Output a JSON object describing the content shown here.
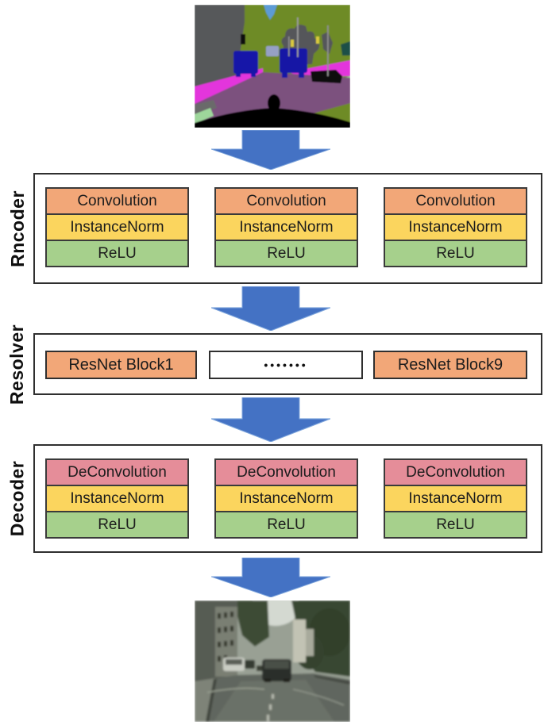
{
  "images": {
    "input": {
      "name": "segmentation-map-input"
    },
    "output": {
      "name": "street-photo-output"
    }
  },
  "encoder": {
    "label": "Rncoder",
    "cells": [
      "Convolution",
      "InstanceNorm",
      "ReLU"
    ]
  },
  "resolver": {
    "label": "Resolver",
    "left_block": "ResNet Block1",
    "ellipsis": "•••••••",
    "right_block": "ResNet Block9"
  },
  "decoder": {
    "label": "Decoder",
    "cells": [
      "DeConvolution",
      "InstanceNorm",
      "ReLU"
    ]
  },
  "colors": {
    "convolution": "#F2A778",
    "instance_norm": "#FBD55E",
    "relu": "#A6D08C",
    "deconvolution": "#E58D99",
    "resnet_block": "#F2A778",
    "arrow": "#4472C4",
    "arrow_edge": "#7FA6DC",
    "box_border": "#2F2F2F"
  }
}
